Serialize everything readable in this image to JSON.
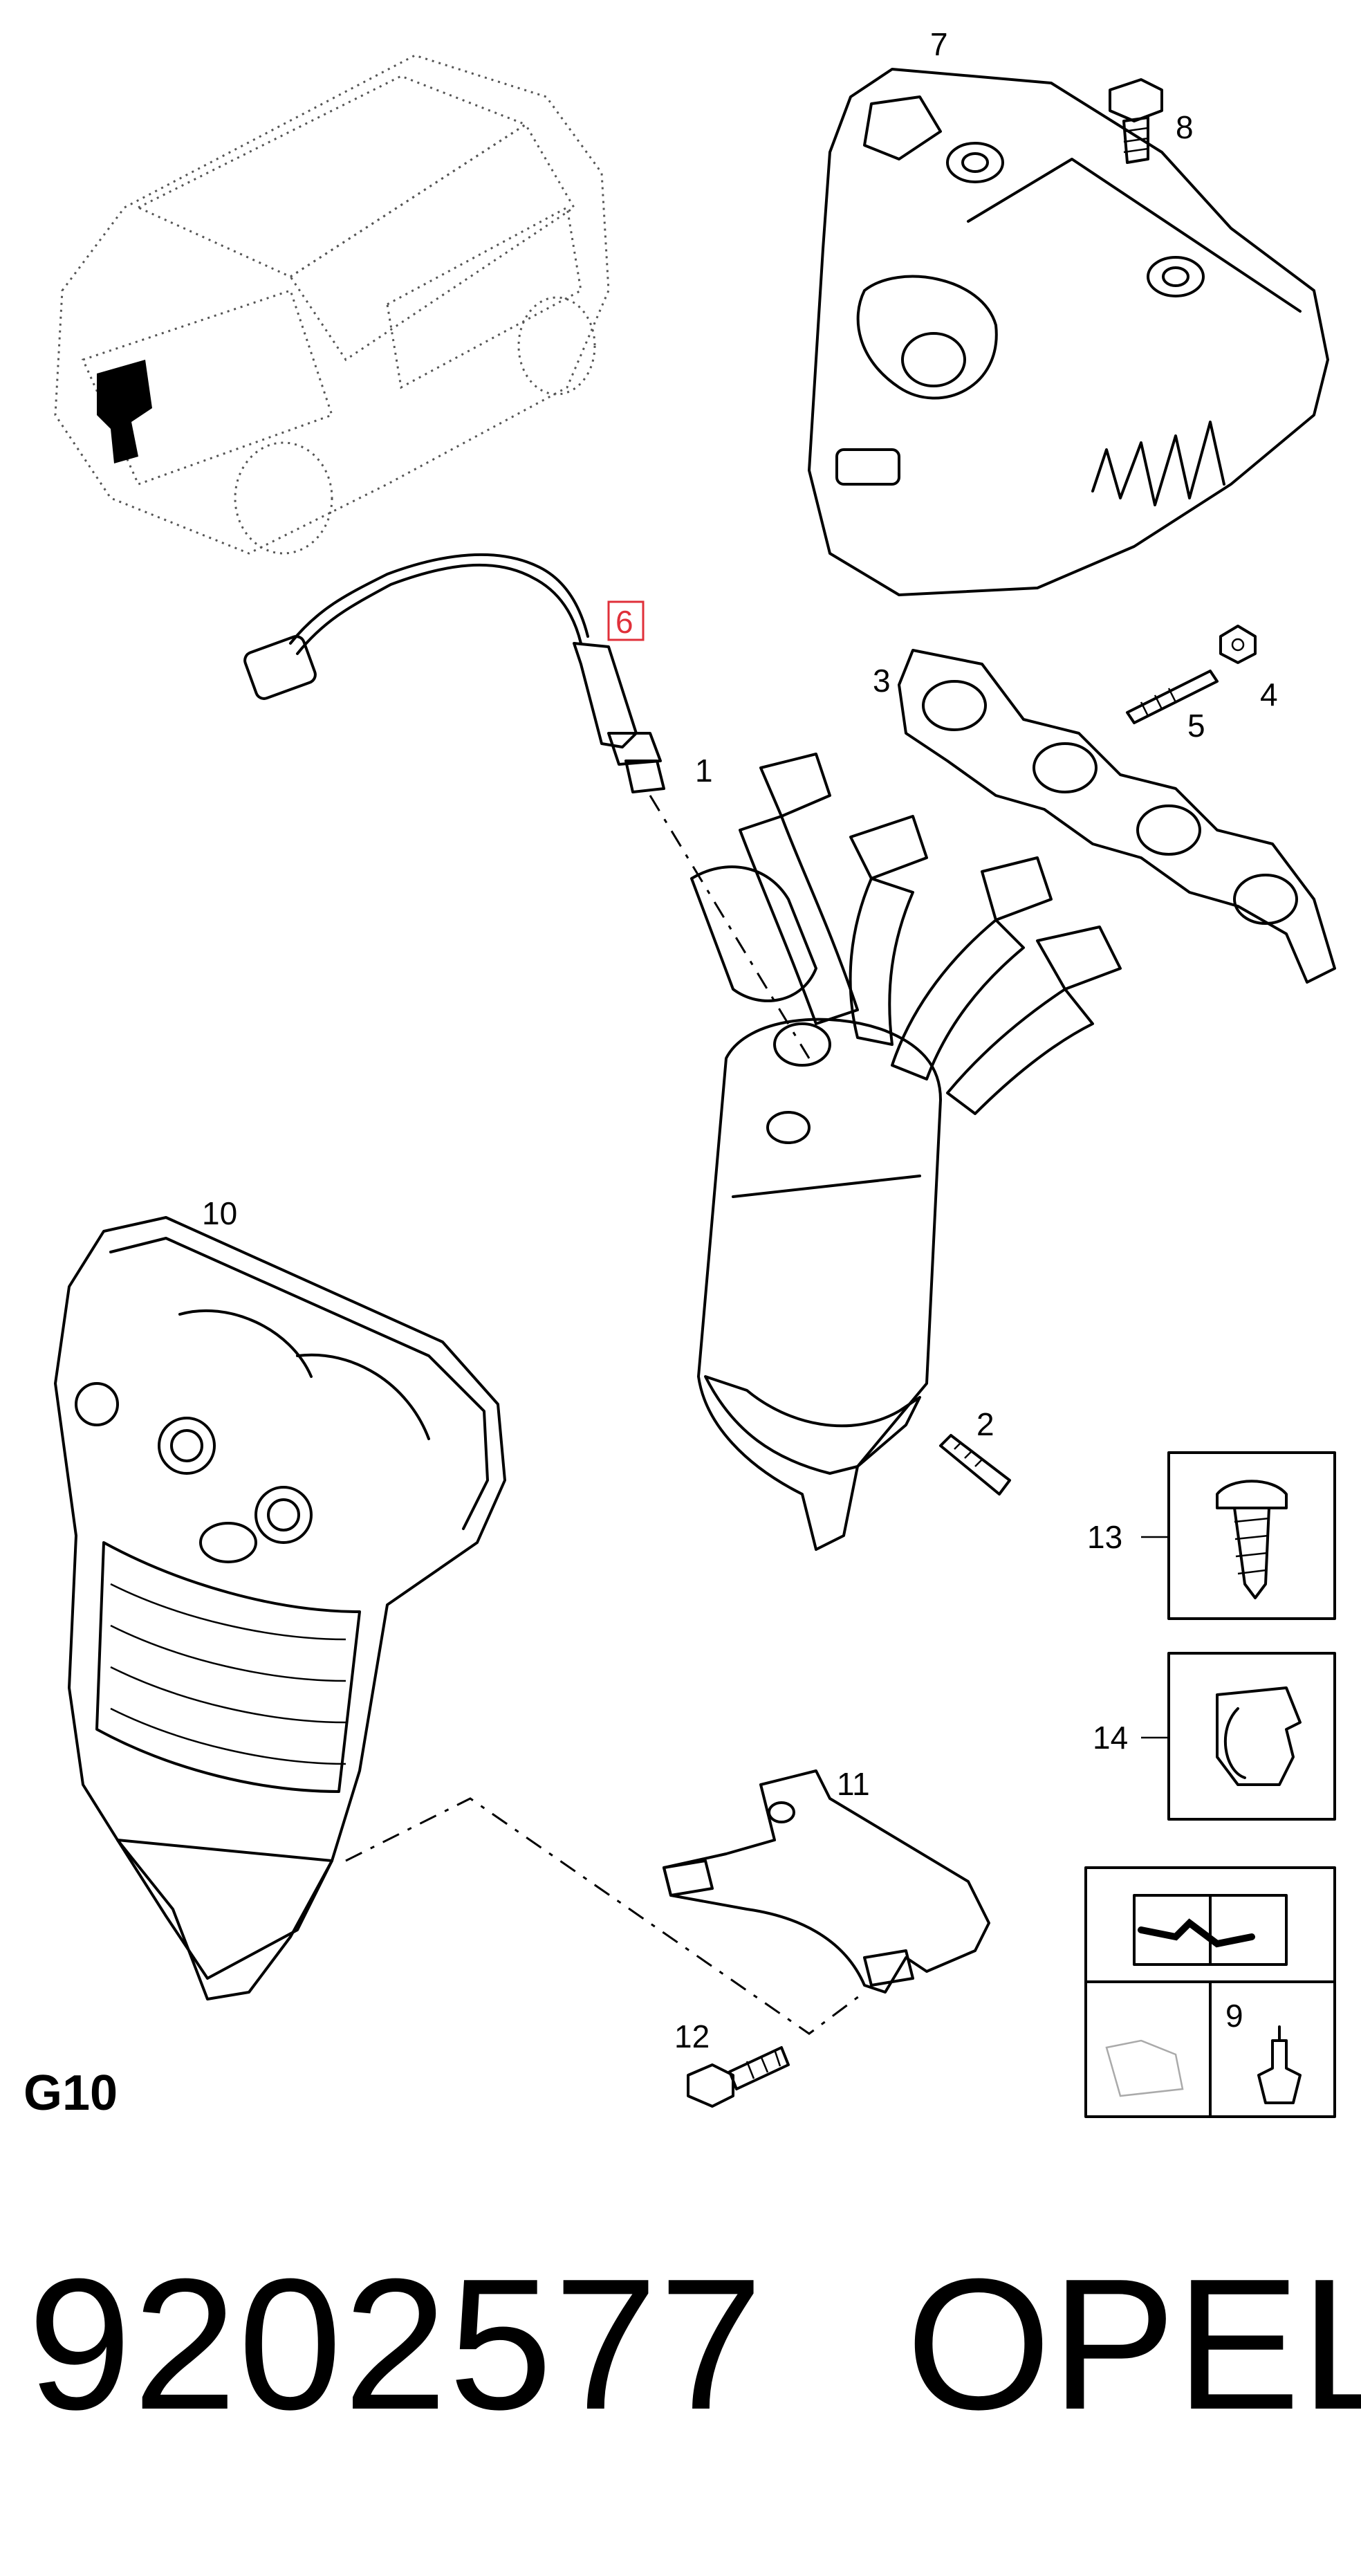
{
  "diagram": {
    "model_code": "G10",
    "callouts": [
      {
        "id": "c1",
        "label": "1"
      },
      {
        "id": "c2",
        "label": "2"
      },
      {
        "id": "c3",
        "label": "3"
      },
      {
        "id": "c4",
        "label": "4"
      },
      {
        "id": "c5",
        "label": "5"
      },
      {
        "id": "c6",
        "label": "6",
        "highlighted": true
      },
      {
        "id": "c7",
        "label": "7"
      },
      {
        "id": "c8",
        "label": "8"
      },
      {
        "id": "c9",
        "label": "9"
      },
      {
        "id": "c10",
        "label": "10"
      },
      {
        "id": "c11",
        "label": "11"
      },
      {
        "id": "c12",
        "label": "12"
      },
      {
        "id": "c13",
        "label": "13"
      },
      {
        "id": "c14",
        "label": "14"
      }
    ],
    "highlight_color": "#e0303a"
  },
  "footer": {
    "part_number": "9202577",
    "brand": "OPEL"
  }
}
